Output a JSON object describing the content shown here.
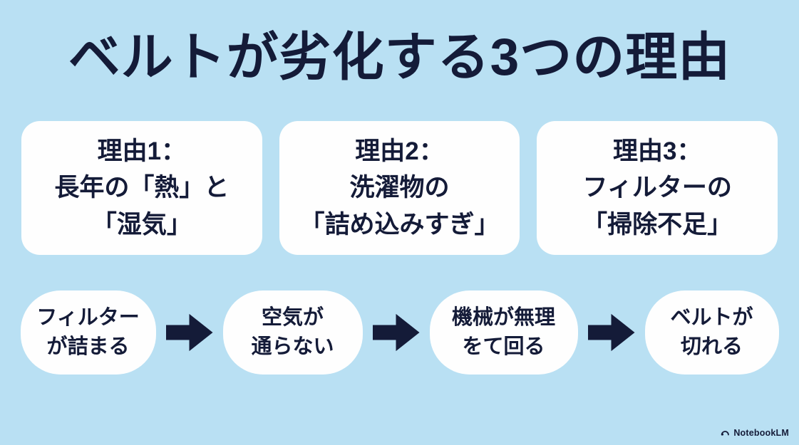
{
  "page": {
    "title": "ベルトが劣化する3つの理由",
    "colors": {
      "background": "#b9e0f3",
      "ink": "#141b38",
      "card": "#fefefe"
    }
  },
  "reasons": [
    {
      "heading": "理由1：",
      "line1": "長年の「熱」と",
      "line2": "「湿気」"
    },
    {
      "heading": "理由2：",
      "line1": "洗濯物の",
      "line2": "「詰め込みすぎ」"
    },
    {
      "heading": "理由3：",
      "line1": "フィルターの",
      "line2": "「掃除不足」"
    }
  ],
  "flow": [
    {
      "line1": "フィルター",
      "line2": "が詰まる"
    },
    {
      "line1": "空気が",
      "line2": "通らない"
    },
    {
      "line1": "機械が無理",
      "line2": "をて回る"
    },
    {
      "line1": "ベルトが",
      "line2": "切れる"
    }
  ],
  "footer": {
    "brand": "NotebookLM",
    "logo_icon": "notebooklm-arc-icon"
  }
}
